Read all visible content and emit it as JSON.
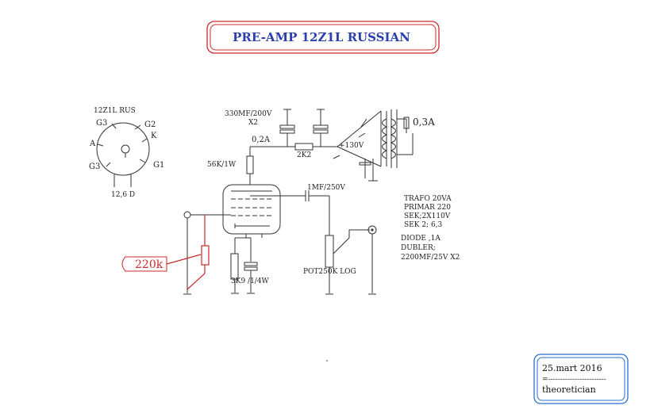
{
  "title": "PRE-AMP 12Z1L RUSSIAN",
  "tube_pinout": {
    "name": "12Z1L RUS",
    "pins": [
      "G3",
      "G2",
      "K",
      "A",
      "G3",
      "G1"
    ],
    "heater": "12,6 D"
  },
  "components": {
    "capacitor_main": "330MF/200V",
    "capacitor_count": "X2",
    "current_main": "0,2A",
    "resistor_2k2": "2K2",
    "voltage": "+130V",
    "current_trafo": "0,3A",
    "resistor_56k": "56K/1W",
    "coupling_cap": "1MF/250V",
    "potentiometer": "POT250K LOG",
    "cathode_resistor": "3K9 /1/4W",
    "grid_resistor": "220k"
  },
  "notes": [
    "TRAFO 20VA",
    "PRIMAR 220",
    "SEK;2X110V",
    "SEK 2; 6,3",
    "DIODE ,1A",
    "DUBLER;",
    "2200MF/25V X2"
  ],
  "footer": {
    "date": "25.mart 2016",
    "separator": "=------------------------",
    "author": "theoretician"
  },
  "colors": {
    "title": "#2a3fb0",
    "frame_red": "#cc2a2a",
    "frame_blue": "#2a6fd0"
  }
}
